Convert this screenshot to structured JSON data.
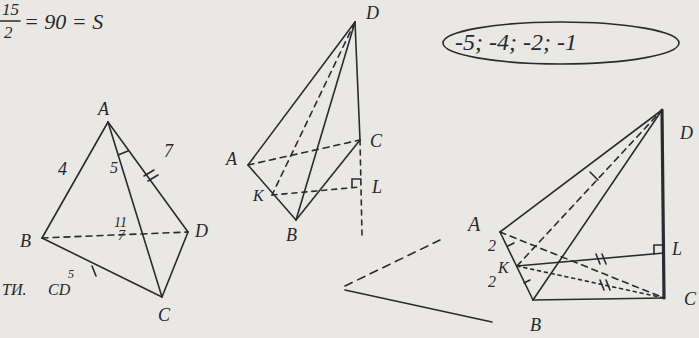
{
  "diagram": {
    "labels": [
      "15",
      "2",
      "= 90 = S",
      "-5; -4; -2; -1",
      "A",
      "4",
      "7",
      "5",
      "11",
      "7",
      "B",
      "D",
      "C",
      "ТИ.",
      "CD",
      "5",
      "D",
      "C",
      "A",
      "K",
      "B",
      "L",
      "D",
      "A",
      "2",
      "K",
      "2",
      "L",
      "C",
      "B"
    ]
  }
}
